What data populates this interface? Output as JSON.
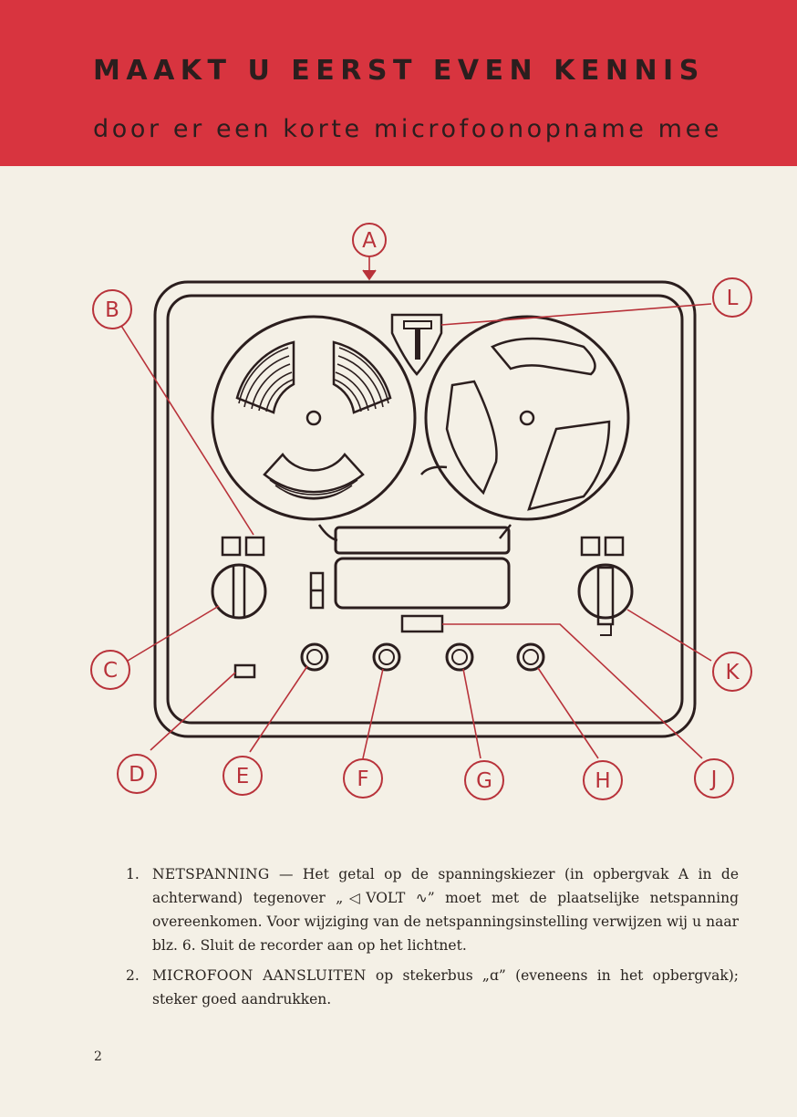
{
  "header": {
    "title": "MAAKT U EERST EVEN KENNIS",
    "subtitle": "door er een korte microfoonopname mee"
  },
  "diagram": {
    "callouts": [
      "A",
      "B",
      "C",
      "D",
      "E",
      "F",
      "G",
      "H",
      "J",
      "K",
      "L"
    ]
  },
  "instructions": [
    {
      "number": "1.",
      "term": "NETSPANNING",
      "text": " — Het getal op de spanningskiezer (in opbergvak A in de achterwand) tegenover „◁VOLT ∿” moet met de plaatselijke netspanning overeenkomen. Voor wijziging van de netspanningsinstelling verwijzen wij u naar blz. 6. Sluit de recorder aan op het lichtnet."
    },
    {
      "number": "2.",
      "term": "MICROFOON AANSLUITEN",
      "text": " op stekerbus „ɑ” (eveneens in het opbergvak); steker goed aandrukken."
    }
  ],
  "page_number": "2",
  "colors": {
    "banner": "#d8343f",
    "ink": "#2b1e1e",
    "callout": "#b8323a",
    "paper": "#f4f0e6"
  }
}
